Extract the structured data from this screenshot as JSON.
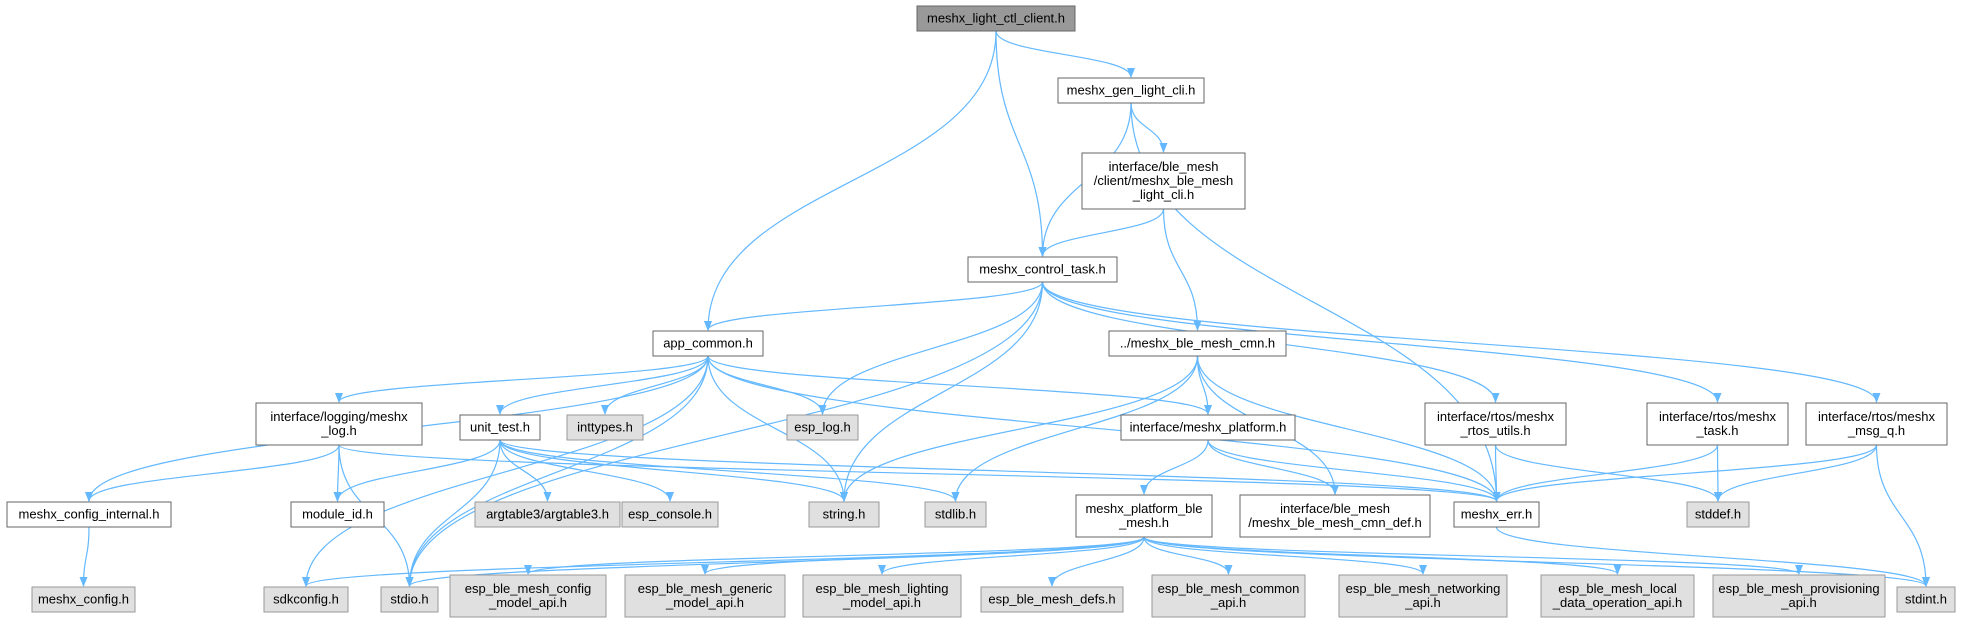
{
  "graph": {
    "title": "",
    "colors": {
      "edge": "#63b8ff",
      "root_fill": "#999999",
      "local_fill": "#ffffff",
      "system_fill": "#e0e0e0",
      "border": "#666666"
    },
    "nodes": [
      {
        "id": "n_root",
        "kind": "root",
        "lines": [
          "meshx_light_ctl_client.h"
        ]
      },
      {
        "id": "n_gen_light_cli",
        "kind": "local",
        "lines": [
          "meshx_gen_light_cli.h"
        ]
      },
      {
        "id": "n_ble_light_cli",
        "kind": "local",
        "lines": [
          "interface/ble_mesh",
          "/client/meshx_ble_mesh",
          "_light_cli.h"
        ]
      },
      {
        "id": "n_control_task",
        "kind": "local",
        "lines": [
          "meshx_control_task.h"
        ]
      },
      {
        "id": "n_app_common",
        "kind": "local",
        "lines": [
          "app_common.h"
        ]
      },
      {
        "id": "n_ble_mesh_cmn",
        "kind": "local",
        "lines": [
          "../meshx_ble_mesh_cmn.h"
        ]
      },
      {
        "id": "n_logging",
        "kind": "local",
        "lines": [
          "interface/logging/meshx",
          "_log.h"
        ]
      },
      {
        "id": "n_unit_test",
        "kind": "local",
        "lines": [
          "unit_test.h"
        ]
      },
      {
        "id": "n_inttypes",
        "kind": "sys",
        "lines": [
          "inttypes.h"
        ]
      },
      {
        "id": "n_esp_log",
        "kind": "sys",
        "lines": [
          "esp_log.h"
        ]
      },
      {
        "id": "n_platform",
        "kind": "local",
        "lines": [
          "interface/meshx_platform.h"
        ]
      },
      {
        "id": "n_rtos_utils",
        "kind": "local",
        "lines": [
          "interface/rtos/meshx",
          "_rtos_utils.h"
        ]
      },
      {
        "id": "n_rtos_task",
        "kind": "local",
        "lines": [
          "interface/rtos/meshx",
          "_task.h"
        ]
      },
      {
        "id": "n_msg_q",
        "kind": "local",
        "lines": [
          "interface/rtos/meshx",
          "_msg_q.h"
        ]
      },
      {
        "id": "n_config_internal",
        "kind": "local",
        "lines": [
          "meshx_config_internal.h"
        ]
      },
      {
        "id": "n_module_id",
        "kind": "local",
        "lines": [
          "module_id.h"
        ]
      },
      {
        "id": "n_argtable3",
        "kind": "sys",
        "lines": [
          "argtable3/argtable3.h"
        ]
      },
      {
        "id": "n_esp_console",
        "kind": "sys",
        "lines": [
          "esp_console.h"
        ]
      },
      {
        "id": "n_string",
        "kind": "sys",
        "lines": [
          "string.h"
        ]
      },
      {
        "id": "n_stdlib",
        "kind": "sys",
        "lines": [
          "stdlib.h"
        ]
      },
      {
        "id": "n_platform_ble",
        "kind": "local",
        "lines": [
          "meshx_platform_ble",
          "_mesh.h"
        ]
      },
      {
        "id": "n_cmn_def",
        "kind": "local",
        "lines": [
          "interface/ble_mesh",
          "/meshx_ble_mesh_cmn_def.h"
        ]
      },
      {
        "id": "n_meshx_err",
        "kind": "local",
        "lines": [
          "meshx_err.h"
        ]
      },
      {
        "id": "n_stddef",
        "kind": "sys",
        "lines": [
          "stddef.h"
        ]
      },
      {
        "id": "n_meshx_config",
        "kind": "sys",
        "lines": [
          "meshx_config.h"
        ]
      },
      {
        "id": "n_sdkconfig",
        "kind": "sys",
        "lines": [
          "sdkconfig.h"
        ]
      },
      {
        "id": "n_stdio",
        "kind": "sys",
        "lines": [
          "stdio.h"
        ]
      },
      {
        "id": "n_config_model",
        "kind": "sys",
        "lines": [
          "esp_ble_mesh_config",
          "_model_api.h"
        ]
      },
      {
        "id": "n_generic_model",
        "kind": "sys",
        "lines": [
          "esp_ble_mesh_generic",
          "_model_api.h"
        ]
      },
      {
        "id": "n_lighting_model",
        "kind": "sys",
        "lines": [
          "esp_ble_mesh_lighting",
          "_model_api.h"
        ]
      },
      {
        "id": "n_defs",
        "kind": "sys",
        "lines": [
          "esp_ble_mesh_defs.h"
        ]
      },
      {
        "id": "n_common_api",
        "kind": "sys",
        "lines": [
          "esp_ble_mesh_common",
          "_api.h"
        ]
      },
      {
        "id": "n_networking",
        "kind": "sys",
        "lines": [
          "esp_ble_mesh_networking",
          "_api.h"
        ]
      },
      {
        "id": "n_local_data",
        "kind": "sys",
        "lines": [
          "esp_ble_mesh_local",
          "_data_operation_api.h"
        ]
      },
      {
        "id": "n_provisioning",
        "kind": "sys",
        "lines": [
          "esp_ble_mesh_provisioning",
          "_api.h"
        ]
      },
      {
        "id": "n_stdint",
        "kind": "sys",
        "lines": [
          "stdint.h"
        ]
      }
    ],
    "edges": [
      [
        "n_root",
        "n_gen_light_cli"
      ],
      [
        "n_root",
        "n_control_task"
      ],
      [
        "n_root",
        "n_app_common"
      ],
      [
        "n_gen_light_cli",
        "n_ble_light_cli"
      ],
      [
        "n_gen_light_cli",
        "n_control_task"
      ],
      [
        "n_gen_light_cli",
        "n_meshx_err"
      ],
      [
        "n_ble_light_cli",
        "n_control_task"
      ],
      [
        "n_ble_light_cli",
        "n_ble_mesh_cmn"
      ],
      [
        "n_control_task",
        "n_app_common"
      ],
      [
        "n_control_task",
        "n_esp_log"
      ],
      [
        "n_control_task",
        "n_string"
      ],
      [
        "n_control_task",
        "n_stdio"
      ],
      [
        "n_control_task",
        "n_rtos_utils"
      ],
      [
        "n_control_task",
        "n_rtos_task"
      ],
      [
        "n_control_task",
        "n_msg_q"
      ],
      [
        "n_app_common",
        "n_logging"
      ],
      [
        "n_app_common",
        "n_unit_test"
      ],
      [
        "n_app_common",
        "n_inttypes"
      ],
      [
        "n_app_common",
        "n_esp_log"
      ],
      [
        "n_app_common",
        "n_platform"
      ],
      [
        "n_app_common",
        "n_config_internal"
      ],
      [
        "n_app_common",
        "n_sdkconfig"
      ],
      [
        "n_app_common",
        "n_stdio"
      ],
      [
        "n_app_common",
        "n_string"
      ],
      [
        "n_app_common",
        "n_meshx_err"
      ],
      [
        "n_ble_mesh_cmn",
        "n_platform"
      ],
      [
        "n_ble_mesh_cmn",
        "n_string"
      ],
      [
        "n_ble_mesh_cmn",
        "n_stdlib"
      ],
      [
        "n_ble_mesh_cmn",
        "n_cmn_def"
      ],
      [
        "n_ble_mesh_cmn",
        "n_meshx_err"
      ],
      [
        "n_logging",
        "n_config_internal"
      ],
      [
        "n_logging",
        "n_module_id"
      ],
      [
        "n_logging",
        "n_stdio"
      ],
      [
        "n_logging",
        "n_meshx_err"
      ],
      [
        "n_unit_test",
        "n_module_id"
      ],
      [
        "n_unit_test",
        "n_argtable3"
      ],
      [
        "n_unit_test",
        "n_esp_console"
      ],
      [
        "n_unit_test",
        "n_string"
      ],
      [
        "n_unit_test",
        "n_stdlib"
      ],
      [
        "n_unit_test",
        "n_stdio"
      ],
      [
        "n_unit_test",
        "n_meshx_err"
      ],
      [
        "n_platform",
        "n_platform_ble"
      ],
      [
        "n_platform",
        "n_cmn_def"
      ],
      [
        "n_platform",
        "n_meshx_err"
      ],
      [
        "n_rtos_utils",
        "n_meshx_err"
      ],
      [
        "n_rtos_utils",
        "n_stddef"
      ],
      [
        "n_rtos_task",
        "n_meshx_err"
      ],
      [
        "n_rtos_task",
        "n_stddef"
      ],
      [
        "n_msg_q",
        "n_meshx_err"
      ],
      [
        "n_msg_q",
        "n_stddef"
      ],
      [
        "n_msg_q",
        "n_stdint"
      ],
      [
        "n_config_internal",
        "n_meshx_config"
      ],
      [
        "n_platform_ble",
        "n_sdkconfig"
      ],
      [
        "n_platform_ble",
        "n_stdio"
      ],
      [
        "n_platform_ble",
        "n_config_model"
      ],
      [
        "n_platform_ble",
        "n_generic_model"
      ],
      [
        "n_platform_ble",
        "n_lighting_model"
      ],
      [
        "n_platform_ble",
        "n_defs"
      ],
      [
        "n_platform_ble",
        "n_common_api"
      ],
      [
        "n_platform_ble",
        "n_networking"
      ],
      [
        "n_platform_ble",
        "n_local_data"
      ],
      [
        "n_platform_ble",
        "n_provisioning"
      ],
      [
        "n_platform_ble",
        "n_stdint"
      ],
      [
        "n_meshx_err",
        "n_stdint"
      ]
    ]
  }
}
